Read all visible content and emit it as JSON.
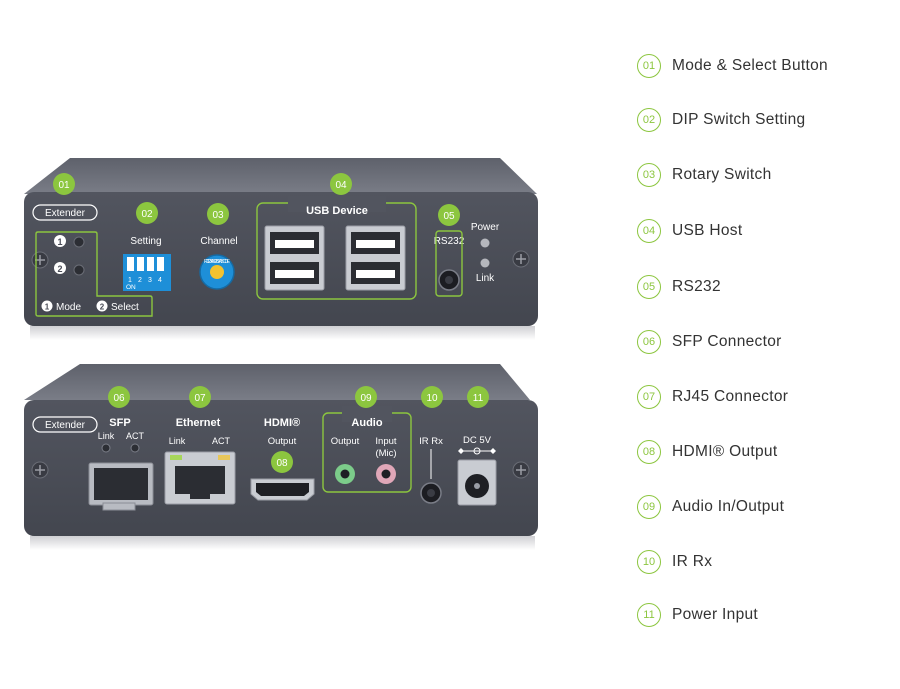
{
  "colors": {
    "accent": "#8cc63f",
    "panel": "#4a4d57",
    "panel_top": "#6b6e78",
    "legend_text": "#333333"
  },
  "front_panel": {
    "device_label": "Extender",
    "setting_label": "Setting",
    "dip_on": "ON",
    "dip_numbers": [
      "1",
      "2",
      "3",
      "4"
    ],
    "channel_label": "Channel",
    "rotary_digits": "F0123456789ABCDE",
    "usb_device_label": "USB Device",
    "rs232_label": "RS232",
    "power_label": "Power",
    "link_label": "Link",
    "mode_num": "1",
    "select_num": "2",
    "mode_label": "Mode",
    "select_label": "Select",
    "badges": {
      "b01": "01",
      "b02": "02",
      "b03": "03",
      "b04": "04",
      "b05": "05"
    }
  },
  "rear_panel": {
    "device_label": "Extender",
    "sfp_label": "SFP",
    "sfp_link": "Link",
    "sfp_act": "ACT",
    "ethernet_label": "Ethernet",
    "eth_link": "Link",
    "eth_act": "ACT",
    "hdmi_label": "HDMI®",
    "hdmi_output": "Output",
    "audio_label": "Audio",
    "audio_output": "Output",
    "audio_input": "Input",
    "audio_mic": "(Mic)",
    "ir_label": "IR Rx",
    "dc_label": "DC 5V",
    "badges": {
      "b06": "06",
      "b07": "07",
      "b08": "08",
      "b09": "09",
      "b10": "10",
      "b11": "11"
    }
  },
  "legend": [
    {
      "num": "01",
      "label": "Mode & Select Button"
    },
    {
      "num": "02",
      "label": "DIP Switch Setting"
    },
    {
      "num": "03",
      "label": "Rotary Switch"
    },
    {
      "num": "04",
      "label": "USB Host"
    },
    {
      "num": "05",
      "label": "RS232"
    },
    {
      "num": "06",
      "label": "SFP Connector"
    },
    {
      "num": "07",
      "label": "RJ45 Connector"
    },
    {
      "num": "08",
      "label": "HDMI® Output"
    },
    {
      "num": "09",
      "label": "Audio In/Output"
    },
    {
      "num": "10",
      "label": "IR Rx"
    },
    {
      "num": "11",
      "label": "Power Input"
    }
  ]
}
